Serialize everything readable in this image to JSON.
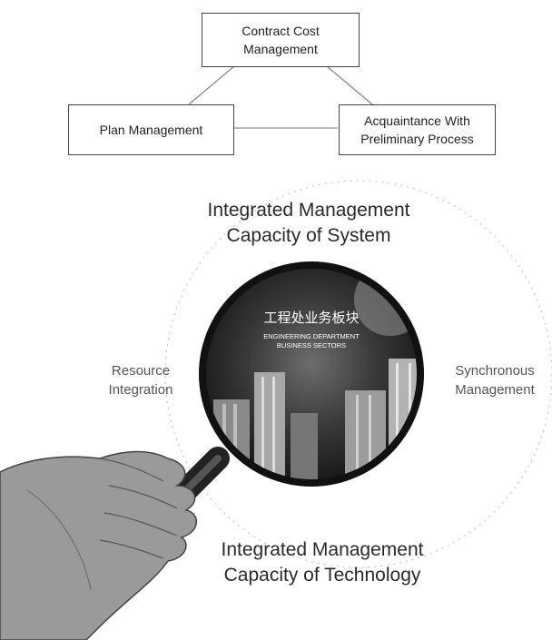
{
  "top_diagram": {
    "top_box": {
      "line1": "Contract Cost",
      "line2": "Management"
    },
    "left_box": {
      "text": "Plan Management"
    },
    "right_box": {
      "line1": "Acquaintance With",
      "line2": "Preliminary Process"
    }
  },
  "bottom_diagram": {
    "top_label": {
      "line1": "Integrated Management",
      "line2": "Capacity of System"
    },
    "left_label": {
      "line1": "Resource",
      "line2": "Integration"
    },
    "right_label": {
      "line1": "Synchronous",
      "line2": "Management"
    },
    "bottom_label": {
      "line1": "Integrated Management",
      "line2": "Capacity of Technology"
    },
    "lens_title_cn": "工程处业务板块",
    "lens_subtitle_line1": "ENGINEERING DEPARTMENT",
    "lens_subtitle_line2": "BUSINESS SECTORS"
  }
}
